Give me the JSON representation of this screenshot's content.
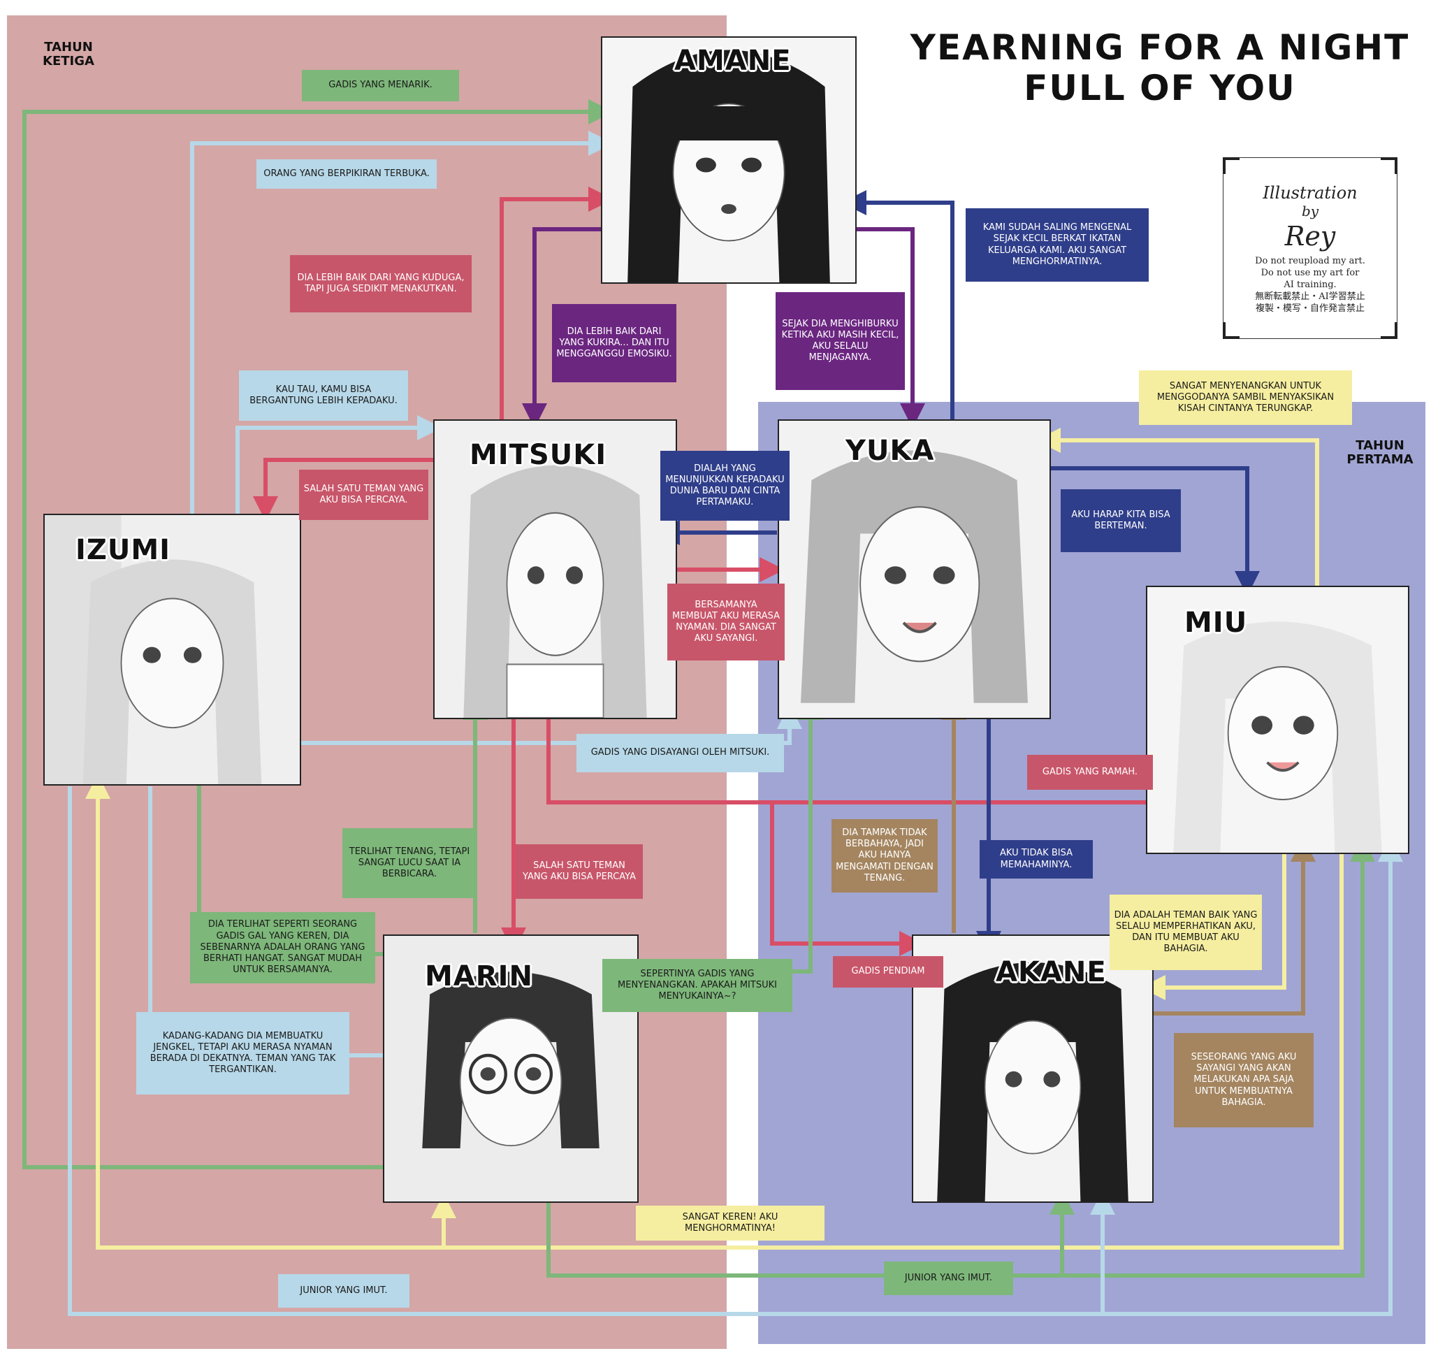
{
  "title_lines": [
    "YEARNING FOR A NIGHT",
    "FULL OF YOU"
  ],
  "credit": {
    "illustration": "Illustration",
    "by": "by",
    "artist": "Rey",
    "notice_1": "Do not reupload my art.",
    "notice_2": "Do not use my art for",
    "notice_3": "AI training.",
    "notice_4": "無断転載禁止・AI学習禁止",
    "notice_5": "複製・模写・自作発言禁止"
  },
  "zones": {
    "third_year_lines": [
      "TAHUN",
      "KETIGA"
    ],
    "first_year_lines": [
      "TAHUN",
      "PERTAMA"
    ]
  },
  "colors": {
    "third_year_bg": "#d4a6a6",
    "first_year_bg": "#a1a5d4",
    "green": "#7db77a",
    "light_blue": "#b7d8e8",
    "pink_red": "#d84e66",
    "purple": "#6b2680",
    "navy": "#2f3e8a",
    "yellow": "#f5eea0",
    "brown": "#a48560"
  },
  "characters": {
    "amane": "AMANE",
    "mitsuki": "MITSUKI",
    "yuka": "YUKA",
    "izumi": "IZUMI",
    "miu": "MIU",
    "marin": "MARIN",
    "akane": "AKANE"
  },
  "labels": {
    "izumi_to_amane": "Gadis yang menarik.",
    "izumi_to_amane_2": "Orang yang berpikiran terbuka.",
    "mitsuki_to_amane": "Dia lebih baik dari yang kuduga, tapi juga sedikit menakutkan.",
    "amane_to_mitsuki": "Dia lebih baik dari yang kukira... dan itu mengganggu emosiku.",
    "amane_to_yuka": "Sejak dia menghiburku ketika aku masih kecil, aku selalu menjaganya.",
    "yuka_to_amane": "Kami sudah saling mengenal sejak kecil berkat ikatan keluarga kami. Aku sangat menghormatinya.",
    "izumi_to_mitsuki": "Kau tau, kamu bisa bergantung lebih kepadaku.",
    "mitsuki_to_izumi": "Salah satu teman yang aku bisa percaya.",
    "yuka_to_mitsuki": "Dialah yang menunjukkan kepadaku dunia baru dan cinta pertamaku.",
    "mitsuki_to_yuka": "Bersamanya membuat aku merasa nyaman. Dia sangat aku sayangi.",
    "miu_to_yuka": "Sangat menyenangkan untuk menggodanya sambil menyaksikan kisah cintanya terungkap.",
    "yuka_to_miu": "Aku harap kita bisa berteman.",
    "izumi_to_yuka": "Gadis yang disayangi oleh Mitsuki.",
    "mitsuki_to_miu": "Gadis yang ramah.",
    "marin_to_mitsuki": "Terlihat tenang, tetapi sangat lucu saat ia berbicara.",
    "mitsuki_to_marin": "Salah satu teman yang aku bisa percaya",
    "akane_to_yuka": "Dia tampak tidak berbahaya, jadi aku hanya mengamati dengan tenang.",
    "yuka_to_akane": "Aku tidak bisa memahaminya.",
    "miu_to_akane": "Dia adalah teman baik yang selalu memperhatikan aku, dan itu membuat aku bahagia.",
    "marin_to_izumi": "Dia terlihat seperti seorang gadis gal yang keren, dia sebenarnya adalah orang yang berhati hangat. Sangat mudah untuk bersamanya.",
    "marin_to_yuka": "Sepertinya gadis yang menyenangkan. Apakah Mitsuki menyukainya~?",
    "mitsuki_to_akane": "Gadis pendiam",
    "izumi_to_marin": "Kadang-kadang dia membuatku jengkel, tetapi aku merasa nyaman berada di dekatnya. Teman yang tak tergantikan.",
    "akane_to_miu": "Seseorang yang aku sayangi yang akan melakukan apa saja untuk membuatnya bahagia.",
    "miu_to_marin": "Sangat keren! Aku menghormatinya!",
    "marin_to_akane": "Junior yang imut.",
    "izumi_to_akane": "Junior yang imut."
  }
}
